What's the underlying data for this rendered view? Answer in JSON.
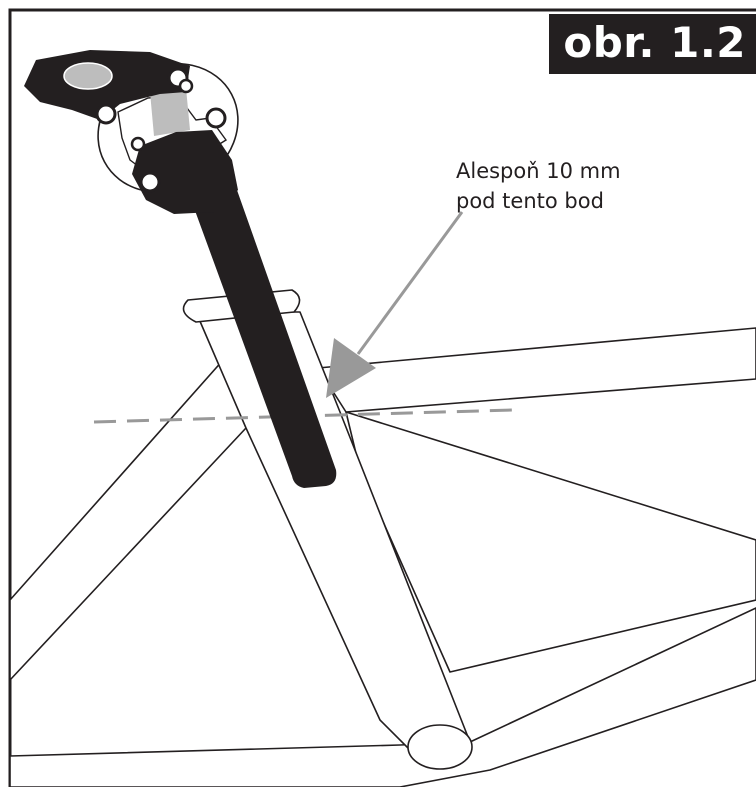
{
  "figure_label": "obr. 1.2",
  "callout": {
    "line1": "Alespoň 10 mm",
    "line2": "pod tento bod"
  },
  "colors": {
    "ink": "#231f20",
    "seatpost": "#231f20",
    "arrow": "#999999",
    "dashed_line": "#999999",
    "background": "#ffffff"
  }
}
